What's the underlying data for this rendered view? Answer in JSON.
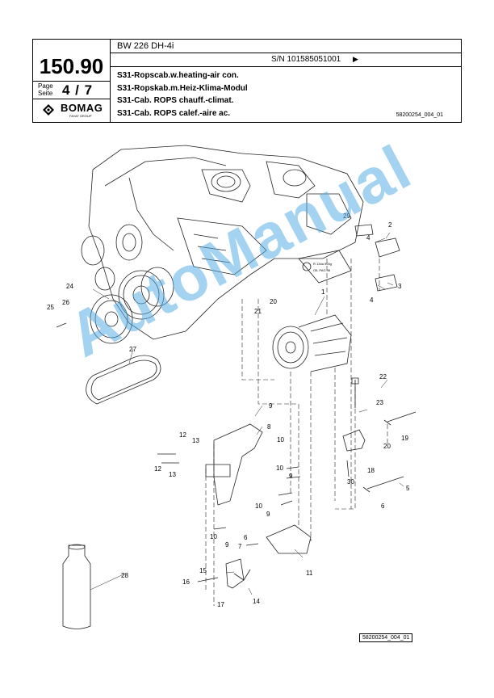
{
  "header": {
    "model": "BW 226 DH-4i",
    "doc_number": "150.90",
    "page_label_1": "Page",
    "page_label_2": "Seite",
    "page_value": "4 / 7",
    "serial": "S/N 101585051001",
    "serial_arrow": "▶",
    "titles": [
      "S31-Ropscab.w.heating-air con.",
      "S31-Ropskab.m.Heiz-Klima-Modul",
      "S31-Cab. ROPS chauff.-climat.",
      "S31-Cab. ROPS calef.-aire ac."
    ],
    "drawing_ref": "58200254_004_01",
    "logo_text": "BOMAG",
    "logo_sub": "FAYAT GROUP"
  },
  "diagram": {
    "label_plate_1": "R 134a  900g",
    "label_plate_2": "OIL  PAG  46",
    "callouts": [
      "1",
      "2",
      "3",
      "4",
      "4",
      "5",
      "6",
      "6",
      "7",
      "8",
      "9",
      "9",
      "9",
      "9",
      "10",
      "10",
      "10",
      "10",
      "11",
      "12",
      "12",
      "13",
      "13",
      "14",
      "15",
      "16",
      "17",
      "18",
      "19",
      "20",
      "20",
      "21",
      "22",
      "23",
      "24",
      "25",
      "26",
      "27",
      "28",
      "29",
      "30"
    ]
  },
  "footer": {
    "drawing_ref": "58200254_004_01"
  },
  "watermark": "AutoManual"
}
